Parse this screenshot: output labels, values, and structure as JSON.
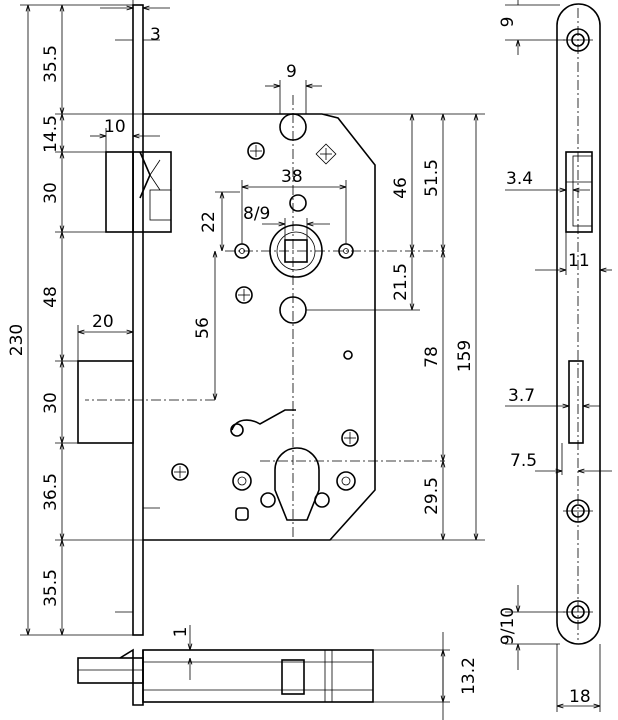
{
  "labels": {
    "d3": "3",
    "d35_5_top": "35.5",
    "d14_5": "14.5",
    "d10": "10",
    "d30_top": "30",
    "d48": "48",
    "d20": "20",
    "d30_mid": "30",
    "d230": "230",
    "d36_5": "36.5",
    "d35_5_bot": "35.5",
    "d9_top": "9",
    "d38": "38",
    "d8_9": "8/9",
    "d22": "22",
    "d56": "56",
    "d46": "46",
    "d51_5": "51.5",
    "d21_5": "21.5",
    "d78": "78",
    "d159": "159",
    "d29_5": "29.5",
    "d1": "1",
    "d13_2": "13.2",
    "r9": "9",
    "r3_4": "3.4",
    "r11": "11",
    "r3_7": "3.7",
    "r7_5": "7.5",
    "r9_10": "9/10",
    "r18": "18"
  }
}
